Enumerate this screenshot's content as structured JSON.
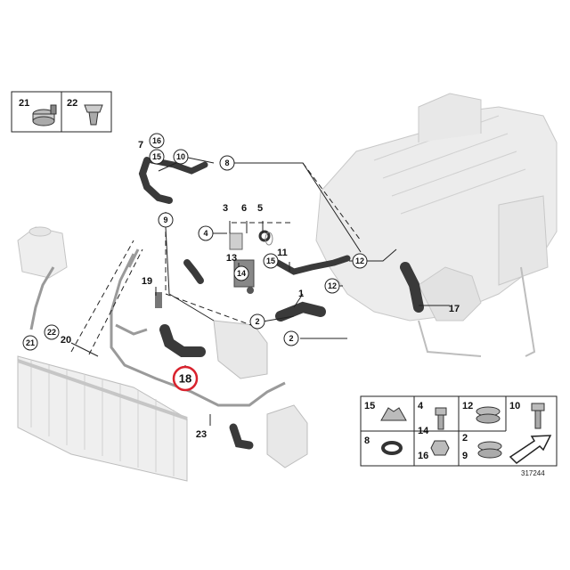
{
  "diagram_id": "317244",
  "accessory_box": {
    "items": [
      {
        "number": "21",
        "icon": "hose-clamp-icon"
      },
      {
        "number": "22",
        "icon": "expanding-rivet-icon"
      }
    ]
  },
  "legend_box": {
    "items": [
      {
        "number": "15",
        "icon": "holder-clip-icon"
      },
      {
        "number": "4",
        "icon": "hex-bolt-icon"
      },
      {
        "number": "14",
        "icon": ""
      },
      {
        "number": "12",
        "icon": "hose-clamp-icon"
      },
      {
        "number": "10",
        "icon": "hex-bolt-icon"
      },
      {
        "number": "8",
        "icon": "o-ring-icon"
      },
      {
        "number": "16",
        "icon": "nut-icon"
      },
      {
        "number": "2",
        "icon": "spring-clamp-icon"
      },
      {
        "number": "9",
        "icon": ""
      }
    ]
  },
  "callouts": [
    {
      "number": "7"
    },
    {
      "number": "16"
    },
    {
      "number": "15"
    },
    {
      "number": "10"
    },
    {
      "number": "8"
    },
    {
      "number": "9"
    },
    {
      "number": "3"
    },
    {
      "number": "6"
    },
    {
      "number": "5"
    },
    {
      "number": "4"
    },
    {
      "number": "13"
    },
    {
      "number": "14"
    },
    {
      "number": "11"
    },
    {
      "number": "15"
    },
    {
      "number": "12"
    },
    {
      "number": "12"
    },
    {
      "number": "1"
    },
    {
      "number": "17"
    },
    {
      "number": "19"
    },
    {
      "number": "2"
    },
    {
      "number": "2"
    },
    {
      "number": "18",
      "highlighted": true
    },
    {
      "number": "20"
    },
    {
      "number": "21"
    },
    {
      "number": "22"
    },
    {
      "number": "23"
    }
  ],
  "colors": {
    "hose": "#3a3a3a",
    "engine": "#d6d6d6",
    "line": "#222222",
    "highlight": "#d9232e"
  }
}
